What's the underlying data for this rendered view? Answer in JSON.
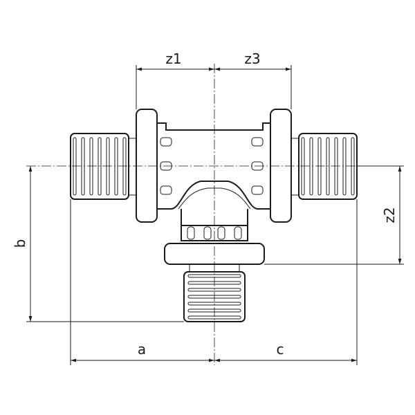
{
  "diagram": {
    "dimension_labels": {
      "z1": "z1",
      "z3": "z3",
      "a": "a",
      "c": "c",
      "b": "b",
      "z2": "z2"
    }
  }
}
